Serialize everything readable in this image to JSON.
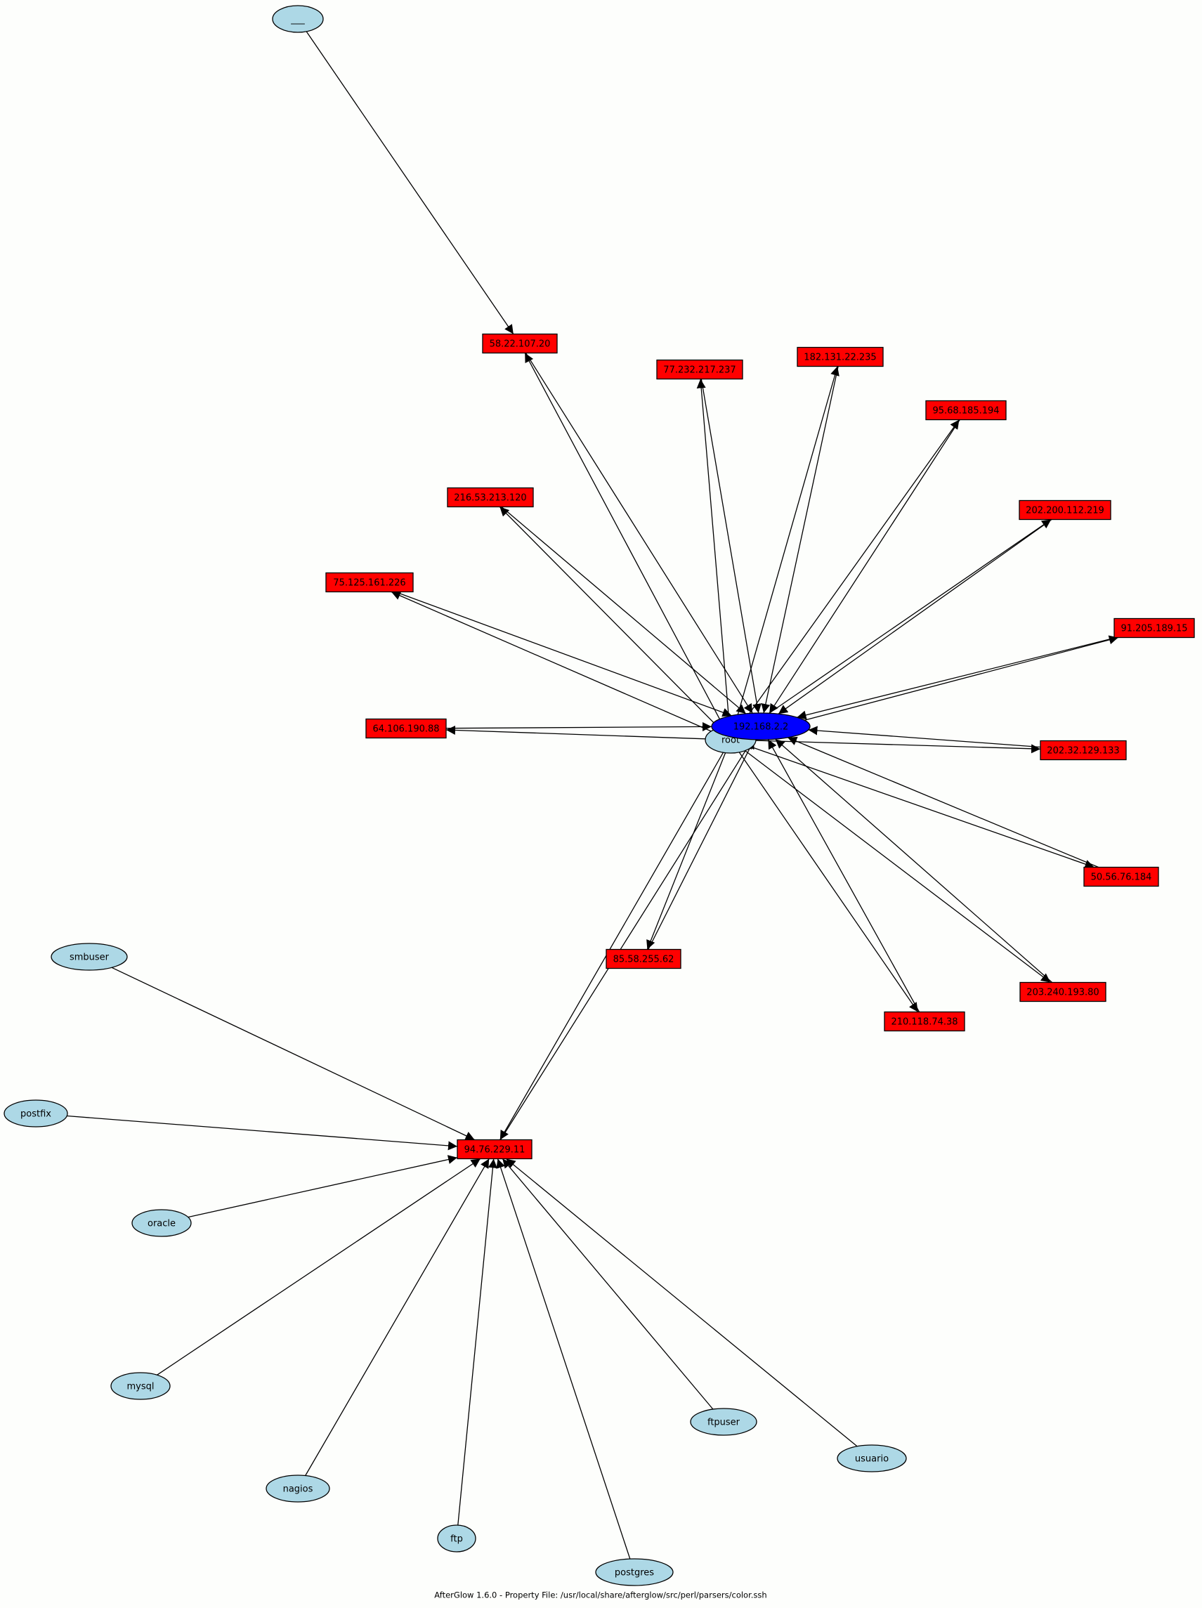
{
  "caption": "AfterGlow 1.6.0 - Property File: /usr/local/share/afterglow/src/perl/parsers/color.ssh",
  "colors": {
    "background": "#fdfefc",
    "user_node": "#add8e6",
    "target_node": "#ff0000",
    "hub_node": "#0000ff",
    "edge": "#000000"
  },
  "nodes": {
    "u_blank": {
      "label": "___",
      "kind": "user"
    },
    "u_root": {
      "label": "root",
      "kind": "user"
    },
    "u_smbuser": {
      "label": "smbuser",
      "kind": "user"
    },
    "u_postfix": {
      "label": "postfix",
      "kind": "user"
    },
    "u_oracle": {
      "label": "oracle",
      "kind": "user"
    },
    "u_mysql": {
      "label": "mysql",
      "kind": "user"
    },
    "u_nagios": {
      "label": "nagios",
      "kind": "user"
    },
    "u_ftp": {
      "label": "ftp",
      "kind": "user"
    },
    "u_postgres": {
      "label": "postgres",
      "kind": "user"
    },
    "u_ftpuser": {
      "label": "ftpuser",
      "kind": "user"
    },
    "u_usuario": {
      "label": "usuario",
      "kind": "user"
    },
    "hub": {
      "label": "192.168.2.2",
      "kind": "hub"
    },
    "ip_58": {
      "label": "58.22.107.20",
      "kind": "ip"
    },
    "ip_77": {
      "label": "77.232.217.237",
      "kind": "ip"
    },
    "ip_182": {
      "label": "182.131.22.235",
      "kind": "ip"
    },
    "ip_95_68": {
      "label": "95.68.185.194",
      "kind": "ip"
    },
    "ip_216": {
      "label": "216.53.213.120",
      "kind": "ip"
    },
    "ip_202_200": {
      "label": "202.200.112.219",
      "kind": "ip"
    },
    "ip_75": {
      "label": "75.125.161.226",
      "kind": "ip"
    },
    "ip_91": {
      "label": "91.205.189.15",
      "kind": "ip"
    },
    "ip_64": {
      "label": "64.106.190.88",
      "kind": "ip"
    },
    "ip_202_32": {
      "label": "202.32.129.133",
      "kind": "ip"
    },
    "ip_50": {
      "label": "50.56.76.184",
      "kind": "ip"
    },
    "ip_85": {
      "label": "85.58.255.62",
      "kind": "ip"
    },
    "ip_203": {
      "label": "203.240.193.80",
      "kind": "ip"
    },
    "ip_210": {
      "label": "210.118.74.38",
      "kind": "ip"
    },
    "ip_94": {
      "label": "94.76.229.11",
      "kind": "ip"
    }
  },
  "edges": [
    [
      "u_blank",
      "ip_58"
    ],
    [
      "u_root",
      "ip_58"
    ],
    [
      "ip_58",
      "hub"
    ],
    [
      "u_root",
      "ip_77"
    ],
    [
      "ip_77",
      "hub"
    ],
    [
      "u_root",
      "ip_182"
    ],
    [
      "ip_182",
      "hub"
    ],
    [
      "u_root",
      "ip_95_68"
    ],
    [
      "ip_95_68",
      "hub"
    ],
    [
      "u_root",
      "ip_216"
    ],
    [
      "ip_216",
      "hub"
    ],
    [
      "u_root",
      "ip_202_200"
    ],
    [
      "ip_202_200",
      "hub"
    ],
    [
      "u_root",
      "ip_75"
    ],
    [
      "ip_75",
      "hub"
    ],
    [
      "u_root",
      "ip_91"
    ],
    [
      "ip_91",
      "hub"
    ],
    [
      "u_root",
      "ip_64"
    ],
    [
      "ip_64",
      "hub"
    ],
    [
      "u_root",
      "ip_202_32"
    ],
    [
      "ip_202_32",
      "hub"
    ],
    [
      "u_root",
      "ip_50"
    ],
    [
      "ip_50",
      "hub"
    ],
    [
      "u_root",
      "ip_85"
    ],
    [
      "ip_85",
      "hub"
    ],
    [
      "u_root",
      "ip_203"
    ],
    [
      "ip_203",
      "hub"
    ],
    [
      "u_root",
      "ip_210"
    ],
    [
      "ip_210",
      "hub"
    ],
    [
      "u_root",
      "ip_94"
    ],
    [
      "ip_94",
      "hub"
    ],
    [
      "u_smbuser",
      "ip_94"
    ],
    [
      "u_postfix",
      "ip_94"
    ],
    [
      "u_oracle",
      "ip_94"
    ],
    [
      "u_mysql",
      "ip_94"
    ],
    [
      "u_nagios",
      "ip_94"
    ],
    [
      "u_ftp",
      "ip_94"
    ],
    [
      "u_postgres",
      "ip_94"
    ],
    [
      "u_ftpuser",
      "ip_94"
    ],
    [
      "u_usuario",
      "ip_94"
    ]
  ]
}
